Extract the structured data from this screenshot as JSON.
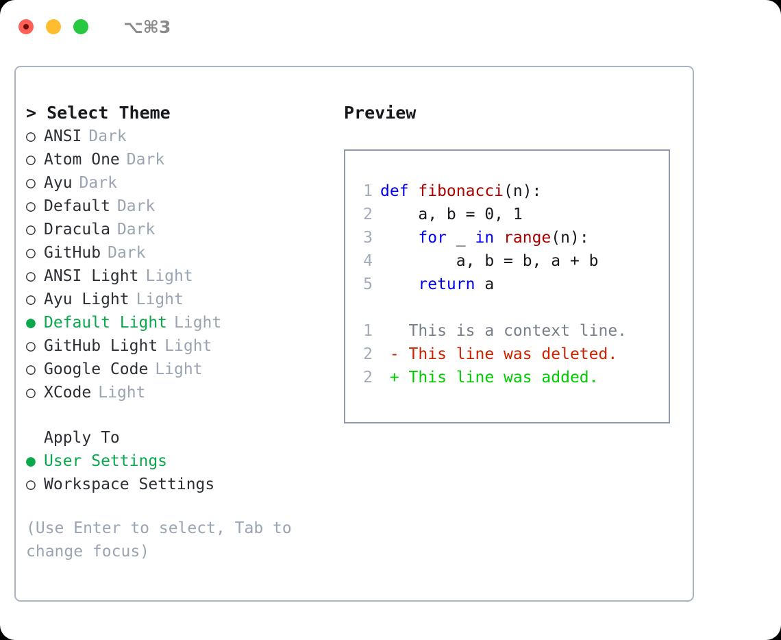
{
  "titlebar": {
    "traffic_lights": [
      {
        "name": "close",
        "color": "#ff5f57"
      },
      {
        "name": "minimize",
        "color": "#febc2e"
      },
      {
        "name": "zoom",
        "color": "#28c840"
      }
    ],
    "shortcut": "⌥⌘3"
  },
  "theme_picker": {
    "heading": "> Select Theme",
    "bullet_selected": "●",
    "bullet_unselected": "○",
    "selected_theme": "Default Light",
    "accent_color": "#0aa84a",
    "items": [
      {
        "label": "ANSI",
        "variant": "Dark",
        "selected": false
      },
      {
        "label": "Atom One",
        "variant": "Dark",
        "selected": false
      },
      {
        "label": "Ayu",
        "variant": "Dark",
        "selected": false
      },
      {
        "label": "Default",
        "variant": "Dark",
        "selected": false
      },
      {
        "label": "Dracula",
        "variant": "Dark",
        "selected": false
      },
      {
        "label": "GitHub",
        "variant": "Dark",
        "selected": false
      },
      {
        "label": "ANSI Light",
        "variant": "Light",
        "selected": false
      },
      {
        "label": "Ayu Light",
        "variant": "Light",
        "selected": false
      },
      {
        "label": "Default Light",
        "variant": "Light",
        "selected": true
      },
      {
        "label": "GitHub Light",
        "variant": "Light",
        "selected": false
      },
      {
        "label": "Google Code",
        "variant": "Light",
        "selected": false
      },
      {
        "label": "XCode",
        "variant": "Light",
        "selected": false
      }
    ]
  },
  "apply_to": {
    "heading": "Apply To",
    "selected_option": "User Settings",
    "options": [
      {
        "label": "User Settings",
        "selected": true
      },
      {
        "label": "Workspace Settings",
        "selected": false
      }
    ]
  },
  "hint": "(Use Enter to select, Tab to change focus)",
  "preview": {
    "title": "Preview",
    "code_lines": [
      {
        "number": "1",
        "tokens": [
          {
            "text": "def ",
            "type": "kw"
          },
          {
            "text": "fibonacci",
            "type": "fn"
          },
          {
            "text": "(n):",
            "type": "pl"
          }
        ]
      },
      {
        "number": "2",
        "tokens": [
          {
            "text": "    a, b = 0, 1",
            "type": "pl"
          }
        ]
      },
      {
        "number": "3",
        "tokens": [
          {
            "text": "    ",
            "type": "pl"
          },
          {
            "text": "for",
            "type": "kw"
          },
          {
            "text": " _ ",
            "type": "pl"
          },
          {
            "text": "in",
            "type": "kw"
          },
          {
            "text": " ",
            "type": "pl"
          },
          {
            "text": "range",
            "type": "fn"
          },
          {
            "text": "(n):",
            "type": "pl"
          }
        ]
      },
      {
        "number": "4",
        "tokens": [
          {
            "text": "        a, b = b, a + b",
            "type": "pl"
          }
        ]
      },
      {
        "number": "5",
        "tokens": [
          {
            "text": "    ",
            "type": "pl"
          },
          {
            "text": "return",
            "type": "kw"
          },
          {
            "text": " a",
            "type": "pl"
          }
        ]
      }
    ],
    "diff_lines": [
      {
        "number": "1",
        "marker": " ",
        "text": "This is a context line.",
        "type": "ctx"
      },
      {
        "number": "2",
        "marker": "-",
        "text": "This line was deleted.",
        "type": "del"
      },
      {
        "number": "2",
        "marker": "+",
        "text": "This line was added.",
        "type": "add"
      }
    ],
    "syntax_colors": {
      "keyword": "#0000ee",
      "function": "#aa0000",
      "plain": "#16181d",
      "lineno": "#a3acb9",
      "diff_context": "#777f8a",
      "diff_delete": "#cc2200",
      "diff_add": "#00cc00"
    }
  }
}
